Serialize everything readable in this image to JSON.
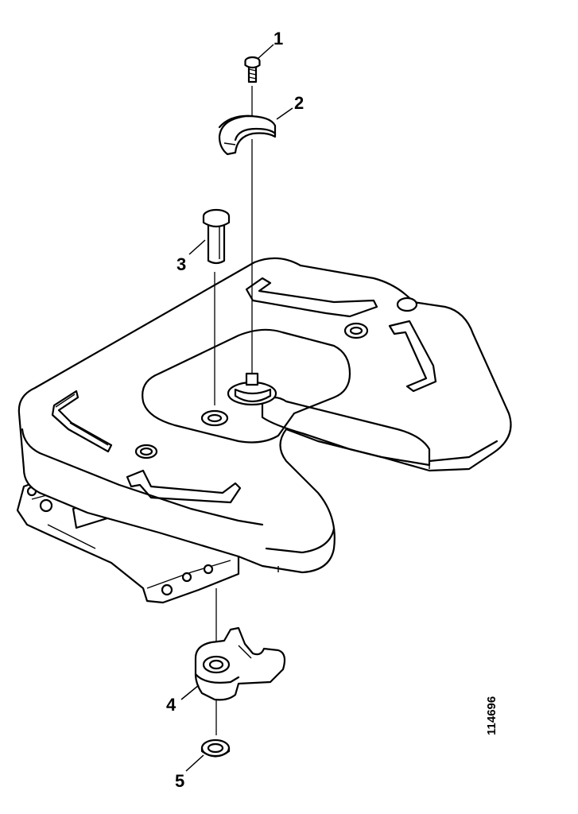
{
  "callouts": [
    "1",
    "2",
    "3",
    "4",
    "5"
  ],
  "figure_number": "114696"
}
